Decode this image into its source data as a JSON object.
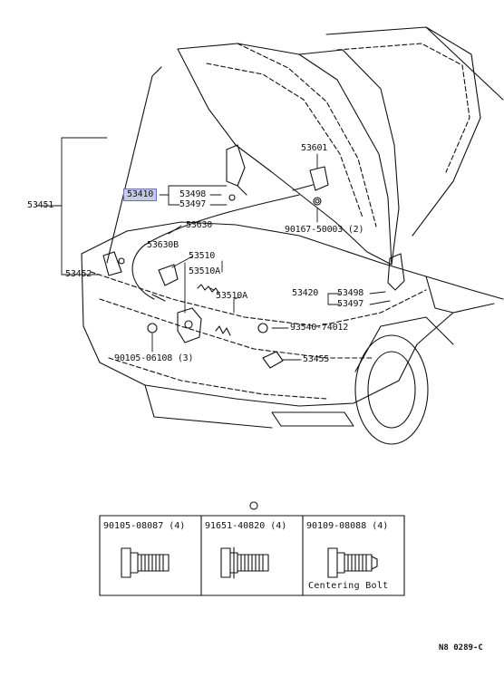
{
  "diagram": {
    "highlight_color": "#c5cbe6",
    "labels": {
      "l53451": "53451",
      "l53452": "53452",
      "l53410": "53410",
      "l53498a": "53498",
      "l53497a": "53497",
      "l53630": "53630",
      "l53630B": "53630B",
      "l53510": "53510",
      "l53510A1": "53510A",
      "l53510A2": "53510A",
      "l53601": "53601",
      "l90167": "90167-50003 (2)",
      "l53420": "53420",
      "l53498b": "53498",
      "l53497b": "53497",
      "l93540": "93540-74012",
      "l53455": "53455",
      "l90105a": "90105-06108 (3)"
    },
    "fasteners": {
      "cells": [
        {
          "part": "90105-08087 (4)",
          "note": ""
        },
        {
          "part": "91651-40820 (4)",
          "note": ""
        },
        {
          "part": "90109-08088 (4)",
          "note": "Centering Bolt"
        }
      ]
    },
    "figure_code": "N8 0289-C"
  }
}
